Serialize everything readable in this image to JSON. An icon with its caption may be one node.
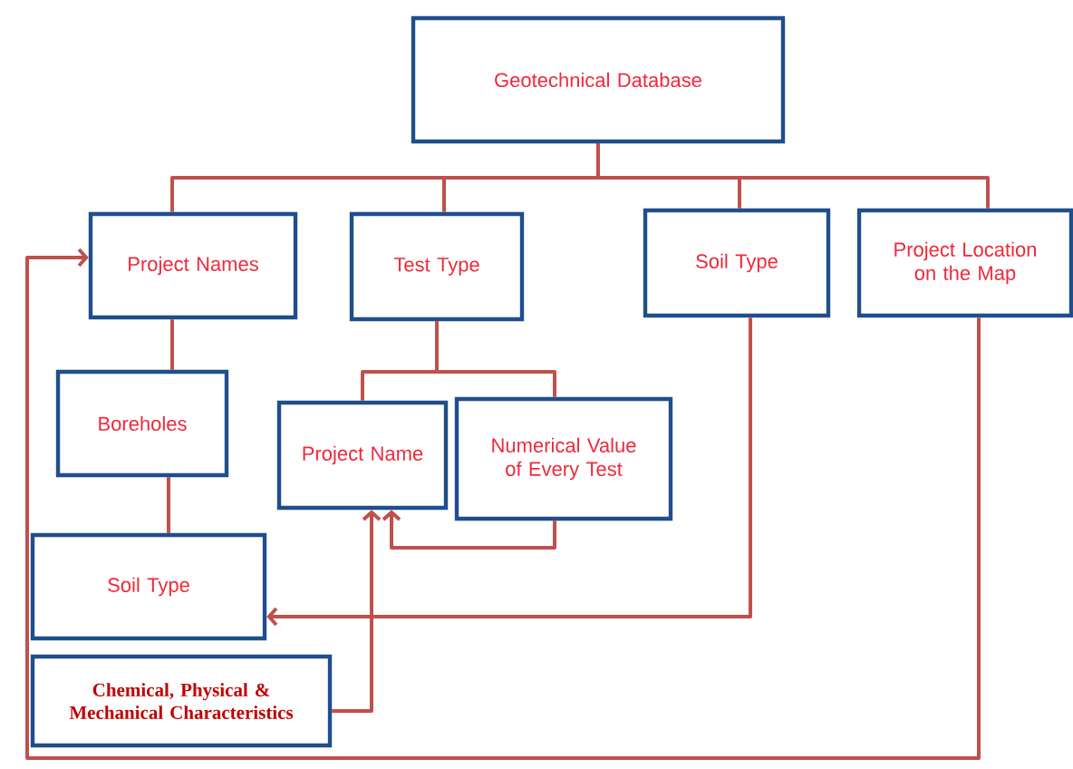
{
  "diagram": {
    "nodes": [
      {
        "text": [
          "Geotechnical Database"
        ]
      },
      {
        "text": [
          "Project Names"
        ]
      },
      {
        "text": [
          "Test Type"
        ]
      },
      {
        "text": [
          "Soil Type"
        ]
      },
      {
        "text": [
          "Project Location on the Map"
        ]
      },
      {
        "text": [
          "Boreholes"
        ]
      },
      {
        "text": [
          "Project Name"
        ]
      },
      {
        "text": [
          "Numerical Value of Every Test"
        ]
      },
      {
        "text": [
          "Soil Type"
        ]
      },
      {
        "text": [
          "Chemical, Physical & Mechanical Characteristics"
        ]
      }
    ],
    "edges": [
      {
        "from": 0,
        "to": 1,
        "arrow": "none"
      },
      {
        "from": 0,
        "to": 2,
        "arrow": "none"
      },
      {
        "from": 0,
        "to": 3,
        "arrow": "none"
      },
      {
        "from": 0,
        "to": 4,
        "arrow": "none"
      },
      {
        "from": 1,
        "to": 5,
        "arrow": "none"
      },
      {
        "from": 2,
        "to": 6,
        "arrow": "none"
      },
      {
        "from": 2,
        "to": 7,
        "arrow": "none"
      },
      {
        "from": 5,
        "to": 8,
        "arrow": "none"
      },
      {
        "from": 7,
        "to": 6,
        "arrow": "to"
      },
      {
        "from": 3,
        "to": 8,
        "arrow": "to"
      },
      {
        "from": 9,
        "to": 6,
        "arrow": "to"
      },
      {
        "from": 4,
        "to": 1,
        "arrow": "to"
      }
    ]
  }
}
